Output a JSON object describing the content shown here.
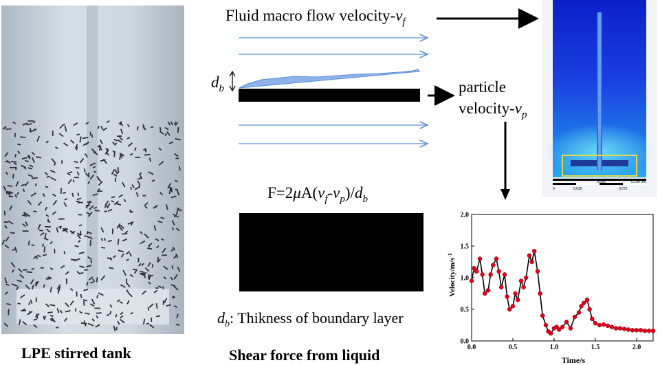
{
  "captions": {
    "tank": "LPE stirred tank",
    "shear": "Shear force from liquid"
  },
  "labels": {
    "fluid_velocity": "Fluid macro flow velocity-",
    "fluid_velocity_sym": "v",
    "fluid_velocity_sub": "f",
    "particle_line1": "particle",
    "particle_line2": "velocity-",
    "particle_sym": "v",
    "particle_sub": "p",
    "db_sym": "d",
    "db_sub": "b",
    "formula_prefix": "F=2",
    "formula_mu": "μ",
    "formula_A": "A(",
    "formula_vf": "v",
    "formula_f": "f",
    "formula_minus": "-",
    "formula_vp": "v",
    "formula_p": "p",
    "formula_close": ")/",
    "formula_d": "d",
    "formula_b": "b",
    "boundary_desc": ": Thikness of boundary layer"
  },
  "colors": {
    "arrow_blue": "#5b8fd6",
    "boundary_fill": "#8fb3e8",
    "tank_bg": "#c9d2dc",
    "particle": "#2a3038",
    "sim_bg": "#1a2fd0",
    "plot_line": "#000000",
    "plot_marker": "#e0001a"
  },
  "sim_scale": {
    "ticks_top": [
      "0",
      "0.050",
      "0.100 (m)"
    ],
    "ticks_bottom": [
      "0.025",
      "0.075"
    ]
  },
  "chart_data": {
    "type": "line",
    "title": "",
    "xlabel": "Time/s",
    "ylabel": "Velocity/m/s",
    "ylabel_superscript": "-1",
    "xlim": [
      0,
      2.2
    ],
    "ylim": [
      0,
      2.0
    ],
    "xticks": [
      "0.0",
      "0.5",
      "1.0",
      "1.5",
      "2.0"
    ],
    "yticks": [
      "0.0",
      "0.5",
      "1.0",
      "1.5",
      "2.0"
    ],
    "x": [
      0.0,
      0.03,
      0.06,
      0.1,
      0.13,
      0.16,
      0.2,
      0.23,
      0.26,
      0.3,
      0.33,
      0.36,
      0.4,
      0.43,
      0.46,
      0.5,
      0.53,
      0.56,
      0.6,
      0.63,
      0.66,
      0.7,
      0.73,
      0.76,
      0.8,
      0.83,
      0.86,
      0.9,
      0.93,
      0.96,
      1.0,
      1.03,
      1.06,
      1.1,
      1.15,
      1.2,
      1.25,
      1.3,
      1.33,
      1.36,
      1.4,
      1.43,
      1.46,
      1.5,
      1.55,
      1.6,
      1.65,
      1.7,
      1.75,
      1.8,
      1.85,
      1.9,
      1.95,
      2.0,
      2.05,
      2.1,
      2.15,
      2.2
    ],
    "y": [
      0.95,
      1.15,
      1.1,
      1.3,
      1.05,
      0.75,
      0.8,
      1.05,
      1.2,
      1.3,
      1.1,
      0.85,
      1.05,
      0.7,
      0.5,
      0.55,
      0.75,
      0.65,
      0.95,
      0.85,
      1.0,
      1.35,
      1.25,
      1.42,
      1.1,
      0.75,
      0.4,
      0.25,
      0.15,
      0.12,
      0.2,
      0.22,
      0.18,
      0.22,
      0.3,
      0.2,
      0.38,
      0.45,
      0.55,
      0.6,
      0.65,
      0.5,
      0.35,
      0.28,
      0.25,
      0.26,
      0.24,
      0.22,
      0.2,
      0.2,
      0.19,
      0.18,
      0.17,
      0.17,
      0.17,
      0.16,
      0.16,
      0.16
    ]
  }
}
